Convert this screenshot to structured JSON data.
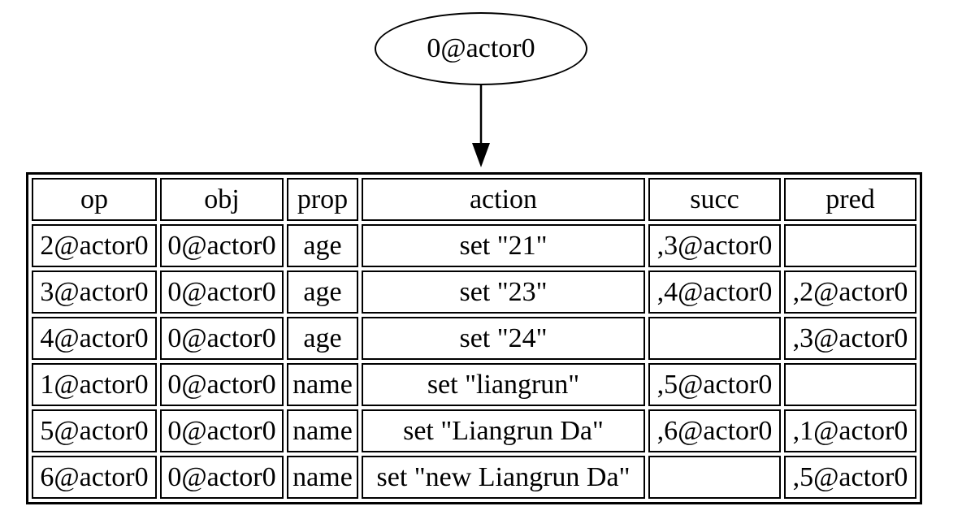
{
  "root_node": {
    "label": "0@actor0"
  },
  "ops_table": {
    "headers": [
      "op",
      "obj",
      "prop",
      "action",
      "succ",
      "pred"
    ],
    "rows": [
      [
        "2@actor0",
        "0@actor0",
        "age",
        "set \"21\"",
        ",3@actor0",
        ""
      ],
      [
        "3@actor0",
        "0@actor0",
        "age",
        "set \"23\"",
        ",4@actor0",
        ",2@actor0"
      ],
      [
        "4@actor0",
        "0@actor0",
        "age",
        "set \"24\"",
        "",
        ",3@actor0"
      ],
      [
        "1@actor0",
        "0@actor0",
        "name",
        "set \"liangrun\"",
        ",5@actor0",
        ""
      ],
      [
        "5@actor0",
        "0@actor0",
        "name",
        "set \"Liangrun Da\"",
        ",6@actor0",
        ",1@actor0"
      ],
      [
        "6@actor0",
        "0@actor0",
        "name",
        "set \"new Liangrun Da\"",
        "",
        ",5@actor0"
      ]
    ]
  }
}
